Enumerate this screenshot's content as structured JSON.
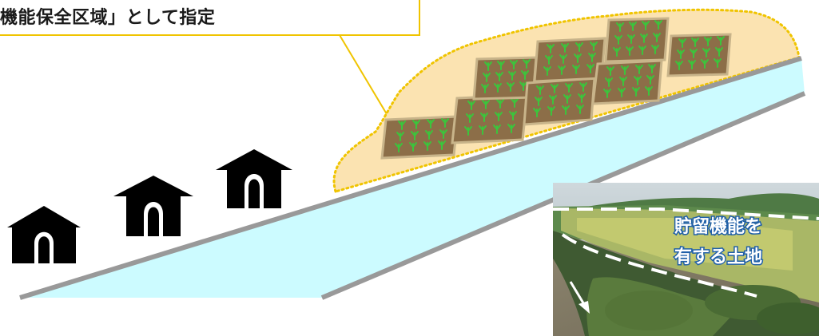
{
  "callout": {
    "text": "機能保全区域」として指定"
  },
  "photo": {
    "label_line1": "貯留機能を",
    "label_line2": "有する土地"
  },
  "colors": {
    "river": "#ccfbff",
    "bank_line": "#999999",
    "zone_fill": "#fbe3b1",
    "zone_border": "#f0c400",
    "callout_line": "#f0c400",
    "paddy_fill": "#8c6e48",
    "paddy_border": "#c8b48a",
    "rice_plant": "#3cc43c",
    "house": "#000000",
    "label_outline": "#1f5fa8"
  },
  "icons": [
    "house-icon",
    "rice-paddy-icon",
    "arrow-icon"
  ]
}
